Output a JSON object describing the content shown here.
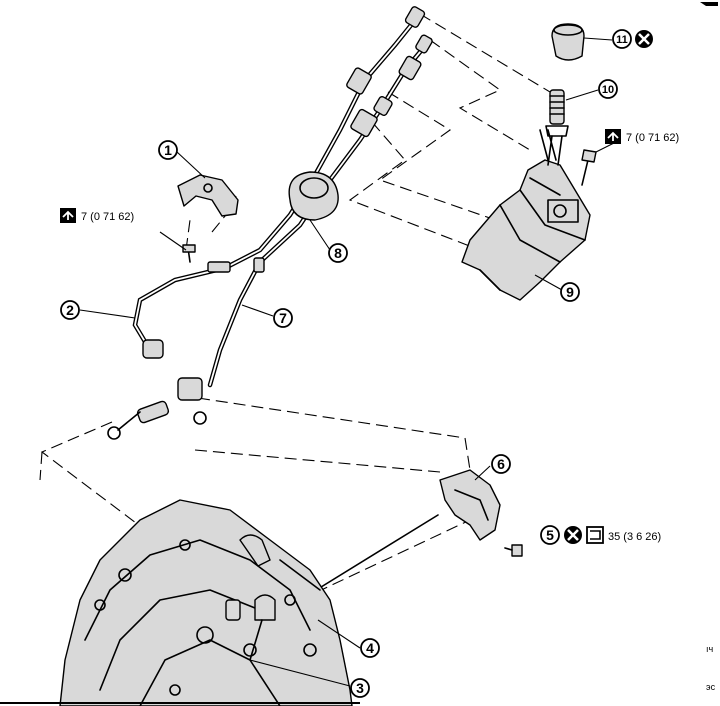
{
  "callouts": [
    {
      "id": "1",
      "label": "1"
    },
    {
      "id": "2",
      "label": "2"
    },
    {
      "id": "3",
      "label": "3"
    },
    {
      "id": "4",
      "label": "4"
    },
    {
      "id": "5",
      "label": "5"
    },
    {
      "id": "6",
      "label": "6"
    },
    {
      "id": "7",
      "label": "7"
    },
    {
      "id": "8",
      "label": "8"
    },
    {
      "id": "9",
      "label": "9"
    },
    {
      "id": "10",
      "label": "10"
    },
    {
      "id": "11",
      "label": "11"
    }
  ],
  "torque_specs": {
    "bracket_bolt": "7 (0 71  62)",
    "shifter_bolt": "7 (0 71  62)",
    "bracket_nut": "35 (3 6  26)"
  },
  "margin_marks": {
    "mark_1": "ıч",
    "mark_2": "эс"
  },
  "icons": [
    "torque-wrench-icon",
    "do-not-reuse-icon",
    "nut-icon"
  ]
}
